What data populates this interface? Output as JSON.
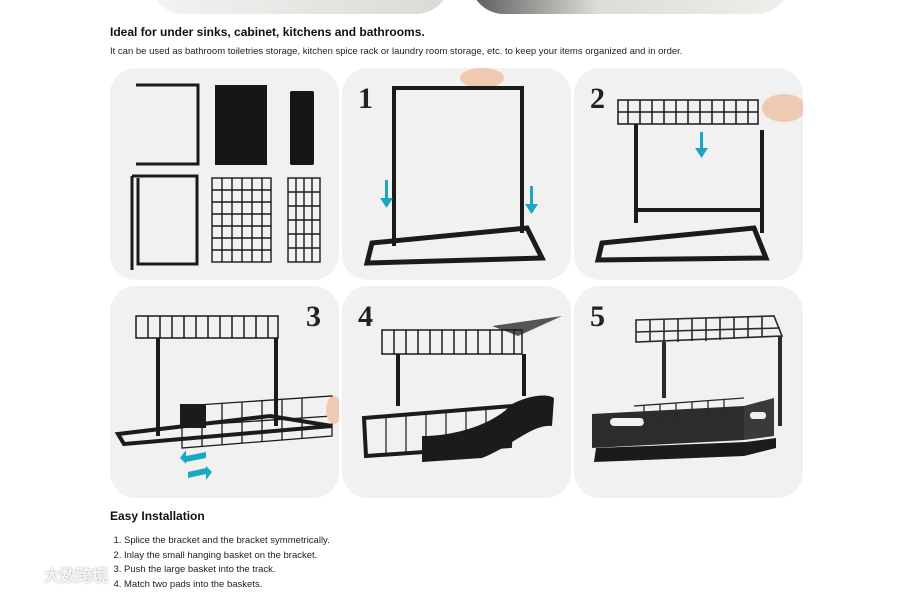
{
  "headline": "Ideal for under sinks, cabinet, kitchens and bathrooms.",
  "subline": "It can be used as bathroom toiletries storage, kitchen spice rack or laundry room storage, etc. to keep your items organized and in order.",
  "tiles": [
    {
      "id": "parts",
      "number": ""
    },
    {
      "id": "step1",
      "number": "1"
    },
    {
      "id": "step2",
      "number": "2"
    },
    {
      "id": "step3",
      "number": "3"
    },
    {
      "id": "step4",
      "number": "4"
    },
    {
      "id": "step5",
      "number": "5"
    }
  ],
  "installation": {
    "title": "Easy Installation",
    "steps": [
      "Splice the bracket and the bracket symmetrically.",
      "Inlay the small hanging basket on the bracket.",
      "Push the large basket into the track.",
      "Match two pads into the baskets."
    ]
  },
  "watermark": {
    "text": "大数跨境"
  },
  "colors": {
    "arrow": "#1aa7c4",
    "metal": "#1b1b1b",
    "tile_bg": "#f1f1f1"
  }
}
